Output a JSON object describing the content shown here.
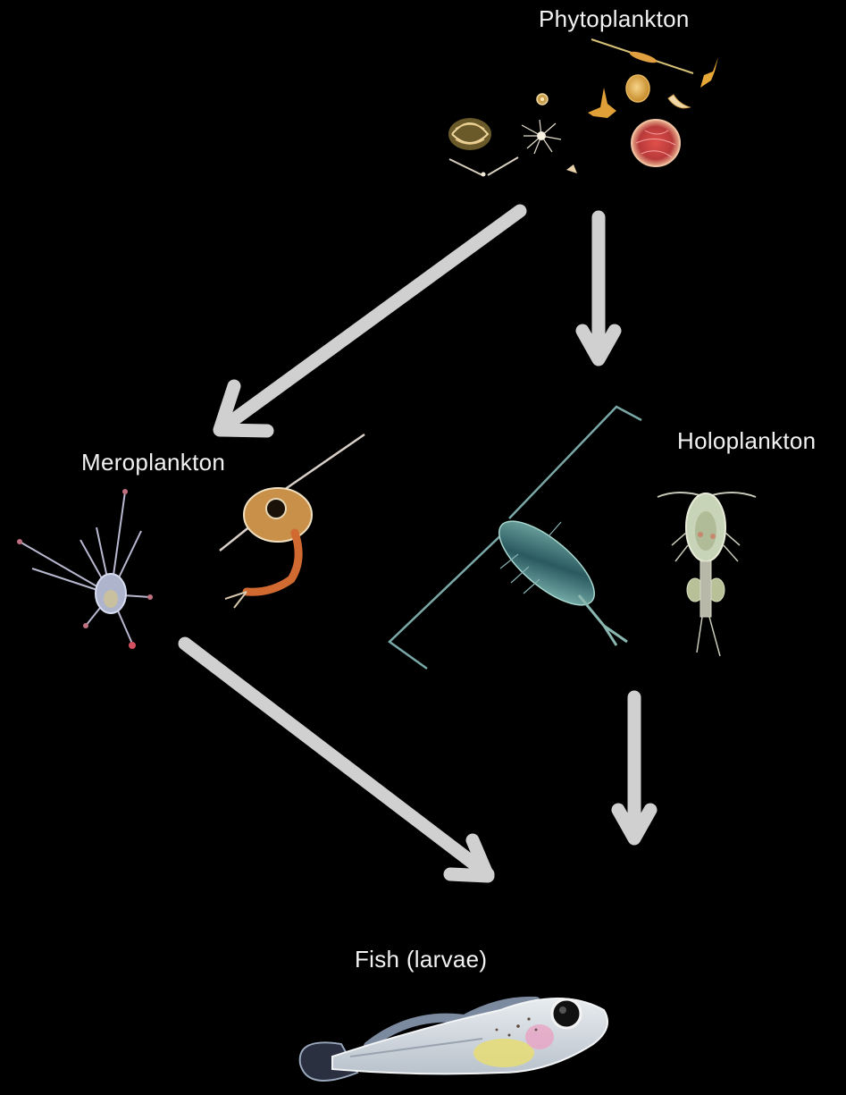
{
  "diagram": {
    "nodes": {
      "phytoplankton": {
        "label": "Phytoplankton",
        "icon": "phytoplankton-cluster-icon"
      },
      "meroplankton": {
        "label": "Meroplankton",
        "icon": "larvae-icon"
      },
      "holoplankton": {
        "label": "Holoplankton",
        "icon": "copepod-icon"
      },
      "fish": {
        "label": "Fish (larvae)",
        "icon": "fish-larva-icon"
      }
    },
    "edges": [
      {
        "from": "phytoplankton",
        "to": "meroplankton"
      },
      {
        "from": "phytoplankton",
        "to": "holoplankton"
      },
      {
        "from": "meroplankton",
        "to": "fish"
      },
      {
        "from": "holoplankton",
        "to": "fish"
      }
    ],
    "colors": {
      "background": "#000000",
      "arrow": "#d0d0d0",
      "text": "#f2f2f2"
    }
  }
}
